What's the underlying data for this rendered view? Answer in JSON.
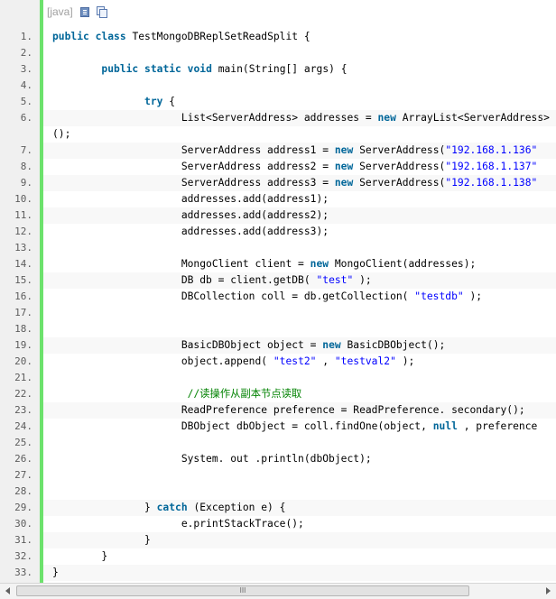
{
  "toolbar": {
    "language": "[java]",
    "view_icon": "view-source-icon",
    "copy_icon": "copy-icon"
  },
  "scrollbar": {
    "grip": "III"
  },
  "lines": [
    {
      "n": "1.",
      "tokens": [
        [
          "kw",
          "public"
        ],
        [
          "t",
          " "
        ],
        [
          "kw",
          "class"
        ],
        [
          "t",
          " TestMongoDBReplSetReadSplit {"
        ]
      ]
    },
    {
      "n": "2.",
      "tokens": []
    },
    {
      "n": "3.",
      "tokens": [
        [
          "t",
          "        "
        ],
        [
          "kw",
          "public"
        ],
        [
          "t",
          " "
        ],
        [
          "kw",
          "static"
        ],
        [
          "t",
          " "
        ],
        [
          "kw",
          "void"
        ],
        [
          "t",
          " main(String[] args) {"
        ]
      ]
    },
    {
      "n": "4.",
      "tokens": []
    },
    {
      "n": "5.",
      "tokens": [
        [
          "t",
          "               "
        ],
        [
          "kw",
          "try"
        ],
        [
          "t",
          " {"
        ]
      ]
    },
    {
      "n": "6.",
      "tokens": [
        [
          "t",
          "                     List<ServerAddress> addresses = "
        ],
        [
          "kw",
          "new"
        ],
        [
          "t",
          " ArrayList<ServerAddress>"
        ]
      ]
    },
    {
      "n": "",
      "tokens": [
        [
          "t",
          "();"
        ]
      ]
    },
    {
      "n": "7.",
      "tokens": [
        [
          "t",
          "                     ServerAddress address1 = "
        ],
        [
          "kw",
          "new"
        ],
        [
          "t",
          " ServerAddress("
        ],
        [
          "str",
          "\"192.168.1.136\""
        ]
      ]
    },
    {
      "n": "8.",
      "tokens": [
        [
          "t",
          "                     ServerAddress address2 = "
        ],
        [
          "kw",
          "new"
        ],
        [
          "t",
          " ServerAddress("
        ],
        [
          "str",
          "\"192.168.1.137\""
        ]
      ]
    },
    {
      "n": "9.",
      "tokens": [
        [
          "t",
          "                     ServerAddress address3 = "
        ],
        [
          "kw",
          "new"
        ],
        [
          "t",
          " ServerAddress("
        ],
        [
          "str",
          "\"192.168.1.138\""
        ]
      ]
    },
    {
      "n": "10.",
      "tokens": [
        [
          "t",
          "                     addresses.add(address1);"
        ]
      ]
    },
    {
      "n": "11.",
      "tokens": [
        [
          "t",
          "                     addresses.add(address2);"
        ]
      ]
    },
    {
      "n": "12.",
      "tokens": [
        [
          "t",
          "                     addresses.add(address3);"
        ]
      ]
    },
    {
      "n": "13.",
      "tokens": []
    },
    {
      "n": "14.",
      "tokens": [
        [
          "t",
          "                     MongoClient client = "
        ],
        [
          "kw",
          "new"
        ],
        [
          "t",
          " MongoClient(addresses);"
        ]
      ]
    },
    {
      "n": "15.",
      "tokens": [
        [
          "t",
          "                     DB db = client.getDB( "
        ],
        [
          "str",
          "\"test\""
        ],
        [
          "t",
          " );"
        ]
      ]
    },
    {
      "n": "16.",
      "tokens": [
        [
          "t",
          "                     DBCollection coll = db.getCollection( "
        ],
        [
          "str",
          "\"testdb\""
        ],
        [
          "t",
          " );"
        ]
      ]
    },
    {
      "n": "17.",
      "tokens": []
    },
    {
      "n": "18.",
      "tokens": []
    },
    {
      "n": "19.",
      "tokens": [
        [
          "t",
          "                     BasicDBObject object = "
        ],
        [
          "kw",
          "new"
        ],
        [
          "t",
          " BasicDBObject();"
        ]
      ]
    },
    {
      "n": "20.",
      "tokens": [
        [
          "t",
          "                     object.append( "
        ],
        [
          "str",
          "\"test2\""
        ],
        [
          "t",
          " , "
        ],
        [
          "str",
          "\"testval2\""
        ],
        [
          "t",
          " );"
        ]
      ]
    },
    {
      "n": "21.",
      "tokens": []
    },
    {
      "n": "22.",
      "tokens": [
        [
          "t",
          "                      "
        ],
        [
          "cm",
          "//读操作从副本节点读取"
        ]
      ]
    },
    {
      "n": "23.",
      "tokens": [
        [
          "t",
          "                     ReadPreference preference = ReadPreference. secondary();"
        ]
      ]
    },
    {
      "n": "24.",
      "tokens": [
        [
          "t",
          "                     DBObject dbObject = coll.findOne(object, "
        ],
        [
          "kw",
          "null"
        ],
        [
          "t",
          " , preference"
        ]
      ]
    },
    {
      "n": "25.",
      "tokens": []
    },
    {
      "n": "26.",
      "tokens": [
        [
          "t",
          "                     System. out .println(dbObject);"
        ]
      ]
    },
    {
      "n": "27.",
      "tokens": []
    },
    {
      "n": "28.",
      "tokens": []
    },
    {
      "n": "29.",
      "tokens": [
        [
          "t",
          "               } "
        ],
        [
          "kw",
          "catch"
        ],
        [
          "t",
          " (Exception e) {"
        ]
      ]
    },
    {
      "n": "30.",
      "tokens": [
        [
          "t",
          "                     e.printStackTrace();"
        ]
      ]
    },
    {
      "n": "31.",
      "tokens": [
        [
          "t",
          "               }"
        ]
      ]
    },
    {
      "n": "32.",
      "tokens": [
        [
          "t",
          "        }"
        ]
      ]
    },
    {
      "n": "33.",
      "tokens": [
        [
          "t",
          "}"
        ]
      ]
    }
  ]
}
